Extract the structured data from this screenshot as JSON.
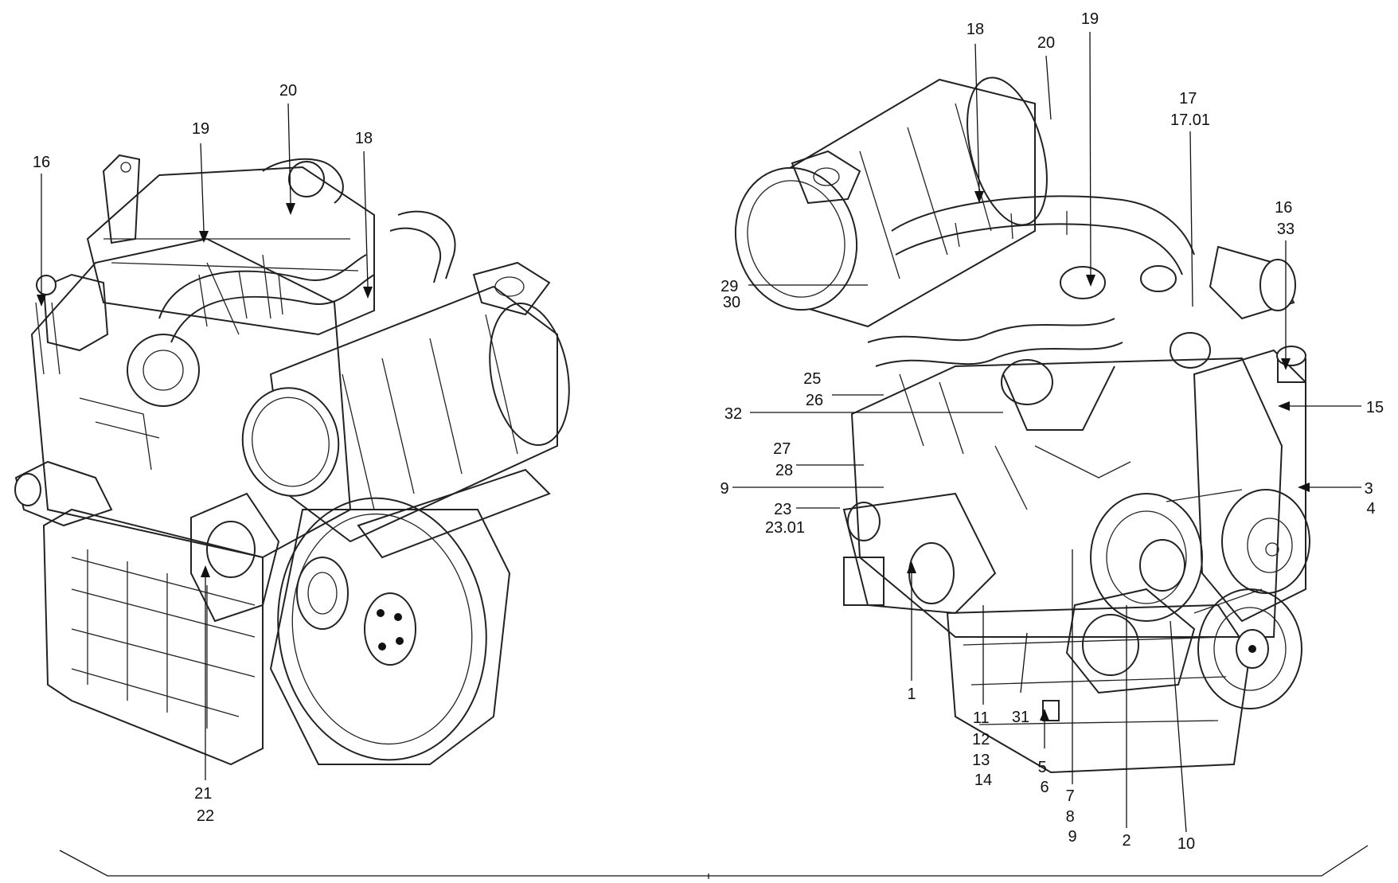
{
  "callouts": [
    {
      "id": "c-16-left",
      "lines": [
        "16"
      ]
    },
    {
      "id": "c-19-left",
      "lines": [
        "19"
      ]
    },
    {
      "id": "c-20-left",
      "lines": [
        "20"
      ]
    },
    {
      "id": "c-18-left",
      "lines": [
        "18"
      ]
    },
    {
      "id": "c-21-22",
      "lines": [
        "21",
        "22"
      ]
    },
    {
      "id": "c-18-right",
      "lines": [
        "18"
      ]
    },
    {
      "id": "c-20-right",
      "lines": [
        "20"
      ]
    },
    {
      "id": "c-19-right",
      "lines": [
        "19"
      ]
    },
    {
      "id": "c-17",
      "lines": [
        "17",
        "17.01"
      ]
    },
    {
      "id": "c-16-33",
      "lines": [
        "16",
        "33"
      ]
    },
    {
      "id": "c-29-30",
      "lines": [
        "29",
        "30"
      ]
    },
    {
      "id": "c-25-26",
      "lines": [
        "25",
        "26"
      ]
    },
    {
      "id": "c-32",
      "lines": [
        "32"
      ]
    },
    {
      "id": "c-27-28",
      "lines": [
        "27",
        "28"
      ]
    },
    {
      "id": "c-9",
      "lines": [
        "9"
      ]
    },
    {
      "id": "c-23",
      "lines": [
        "23",
        "23.01"
      ]
    },
    {
      "id": "c-15",
      "lines": [
        "15"
      ]
    },
    {
      "id": "c-3-4",
      "lines": [
        "3",
        "4"
      ]
    },
    {
      "id": "c-1",
      "lines": [
        "1"
      ]
    },
    {
      "id": "c-11-14",
      "lines": [
        "11",
        "12",
        "13",
        "14"
      ]
    },
    {
      "id": "c-31",
      "lines": [
        "31"
      ]
    },
    {
      "id": "c-5-6",
      "lines": [
        "5",
        "6"
      ]
    },
    {
      "id": "c-7-9",
      "lines": [
        "7",
        "8",
        "9"
      ]
    },
    {
      "id": "c-2",
      "lines": [
        "2"
      ]
    },
    {
      "id": "c-10",
      "lines": [
        "10"
      ]
    }
  ]
}
